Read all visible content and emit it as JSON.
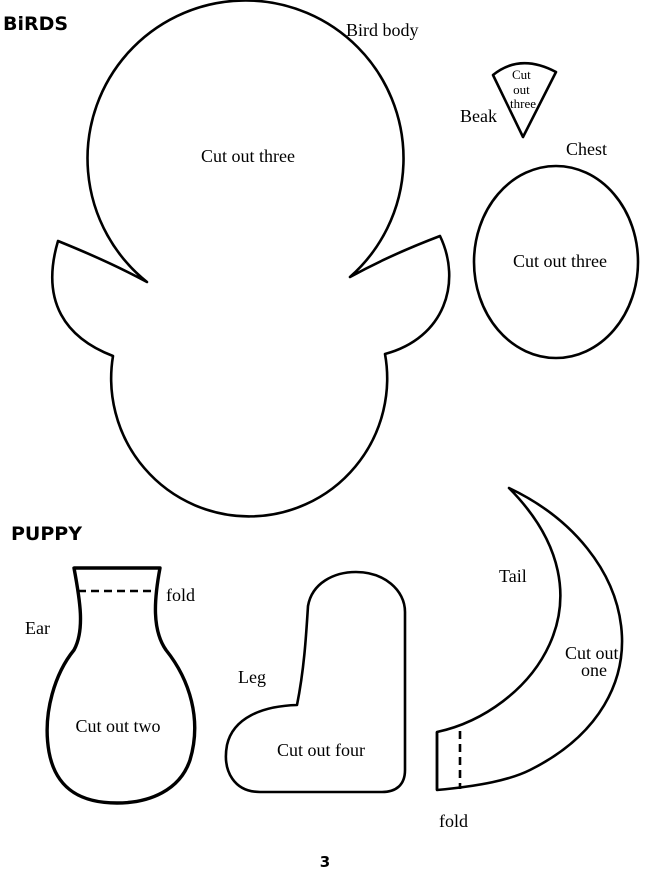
{
  "sections": {
    "birds": "BiRDS",
    "puppy": "PUPPY"
  },
  "birds": {
    "body_label": "Bird body",
    "body_instruction": "Cut out three",
    "beak_label": "Beak",
    "beak_instruction_lines": [
      "Cut",
      "out",
      "three"
    ],
    "chest_label": "Chest",
    "chest_instruction": "Cut out three"
  },
  "puppy": {
    "ear_label": "Ear",
    "ear_fold": "fold",
    "ear_instruction": "Cut out two",
    "leg_label": "Leg",
    "leg_instruction": "Cut out four",
    "tail_label": "Tail",
    "tail_instruction_lines": [
      "Cut out",
      "one"
    ],
    "tail_fold": "fold"
  },
  "page_number": "3"
}
